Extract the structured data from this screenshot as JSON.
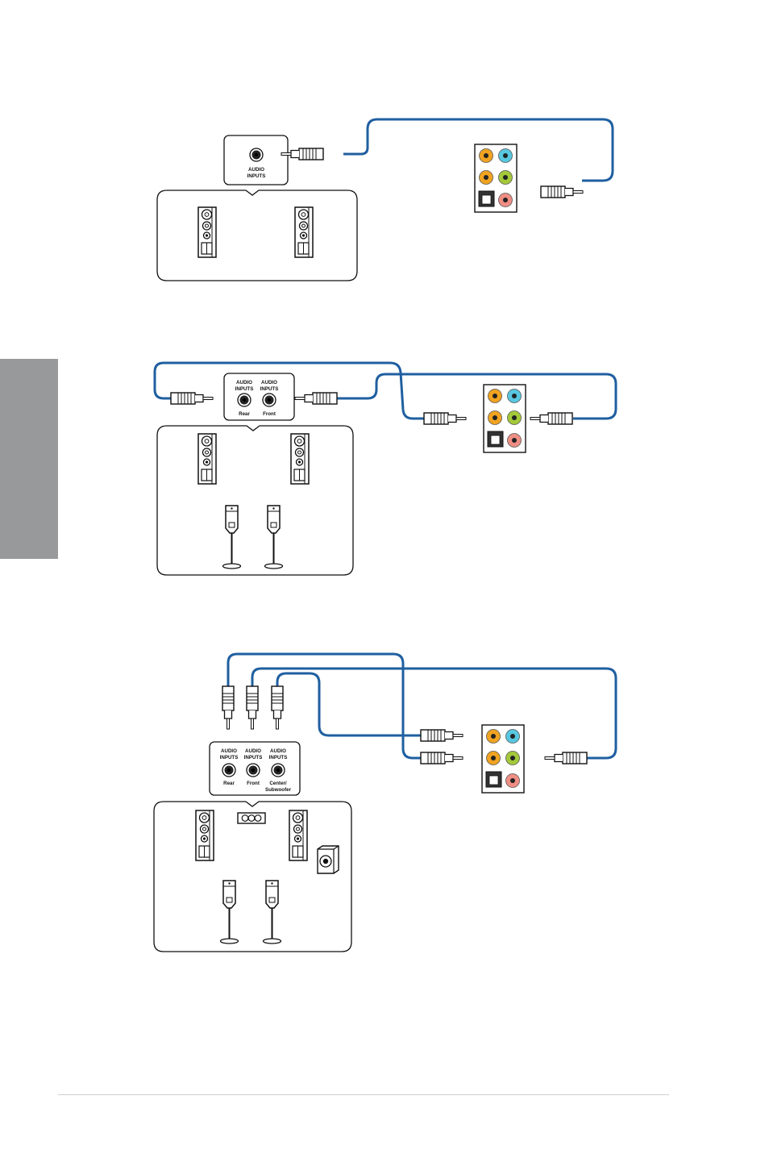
{
  "colors": {
    "cable": "#1f5fa0",
    "port_orange": "#f0a321",
    "port_blue": "#58c7e0",
    "port_lime": "#a3c93a",
    "port_pink": "#ef8e84",
    "side_tab": "#98999b"
  },
  "icons": [
    "floor-speaker-icon",
    "satellite-speaker-icon",
    "subwoofer-icon",
    "center-speaker-icon",
    "audio-jack-icon",
    "audio-plug-icon",
    "optical-port-icon"
  ],
  "diagram1": {
    "jack": {
      "line1": "AUDIO",
      "line2": "INPUTS"
    }
  },
  "diagram2": {
    "jacks": [
      {
        "line1": "AUDIO",
        "line2": "INPUTS",
        "name": "Rear"
      },
      {
        "line1": "AUDIO",
        "line2": "INPUTS",
        "name": "Front"
      }
    ]
  },
  "diagram3": {
    "jacks": [
      {
        "line1": "AUDIO",
        "line2": "INPUTS",
        "name": "Rear"
      },
      {
        "line1": "AUDIO",
        "line2": "INPUTS",
        "name": "Front"
      },
      {
        "line1": "AUDIO",
        "line2": "INPUTS",
        "name": "Center/",
        "name2": "Subwoofer"
      }
    ]
  }
}
